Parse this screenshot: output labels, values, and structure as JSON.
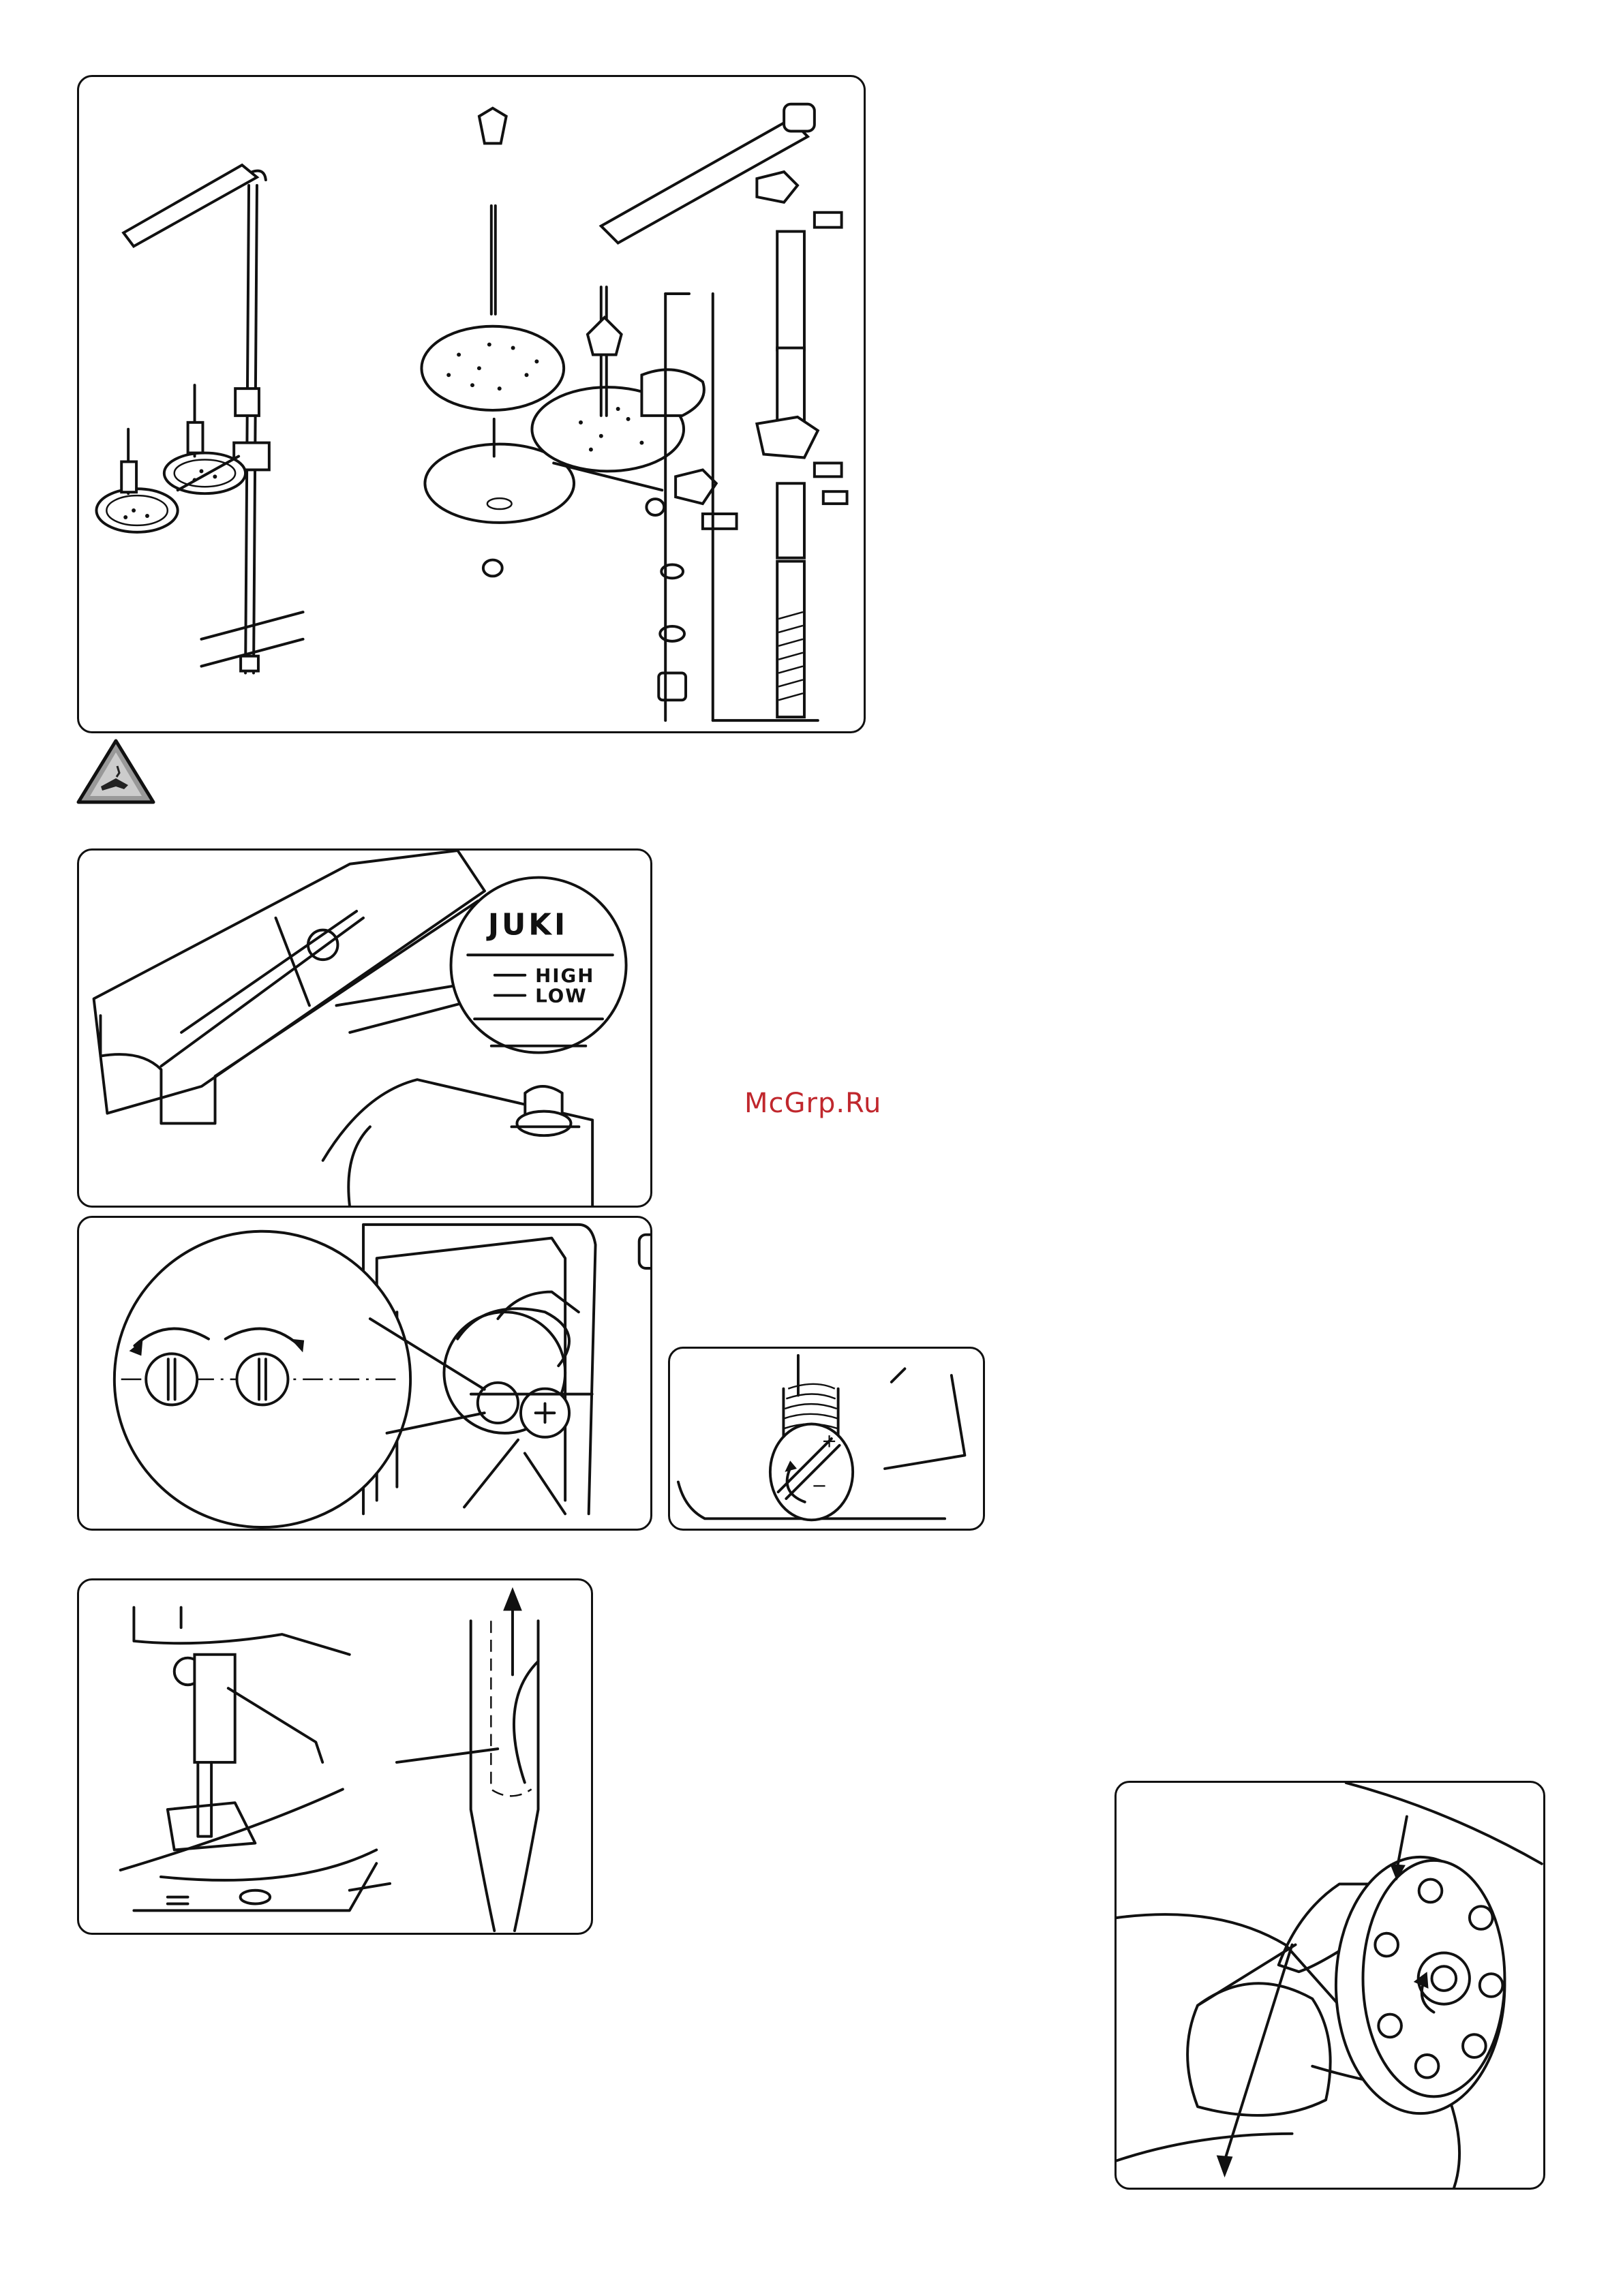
{
  "watermark": {
    "text": "McGrp.Ru",
    "color": "#c0272d"
  },
  "warning_icon": {
    "name": "hand-caution-icon"
  },
  "figure_thread_stand": {
    "subject": "thread stand assembly"
  },
  "figure_oil_reservoir": {
    "brand": "JUKI",
    "level_high": "HIGH",
    "level_low": "LOW"
  },
  "figure_hook_adjust": {
    "subject": "oil amount adjusting screw"
  },
  "figure_screw_detail": {
    "marks": [
      "+",
      "−"
    ]
  },
  "figure_needle": {
    "subject": "needle orientation"
  },
  "figure_bobbin": {
    "subject": "bobbin winder"
  }
}
